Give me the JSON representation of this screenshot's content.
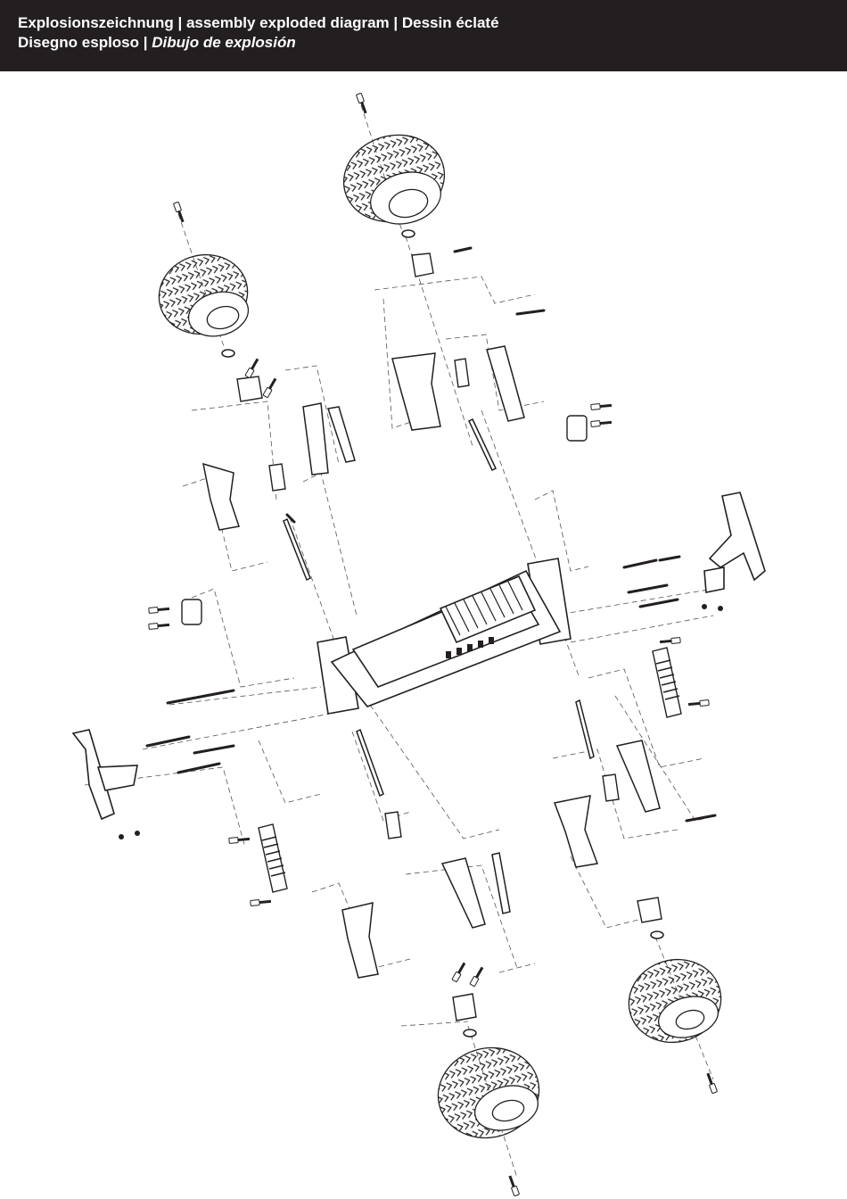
{
  "header": {
    "line1": "Explosionszeichnung | assembly exploded diagram | Dessin éclaté",
    "line2_plain": "Disegno esploso  | ",
    "line2_italic": "Dibujo de explosión",
    "background": "#231f20",
    "text_color": "#ffffff"
  },
  "diagram": {
    "stroke_color": "#231f20",
    "leader_color": "#555555"
  }
}
